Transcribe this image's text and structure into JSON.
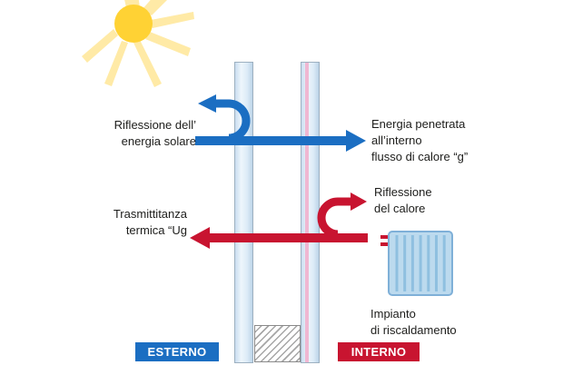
{
  "colors": {
    "blue": "#1b6ec2",
    "red": "#c81430",
    "sun_core": "#ffd234",
    "sun_rays": "#ffeaa6",
    "glass_blue": "#dcebf7",
    "coating_pink": "#f0b7d2",
    "radiator_blue": "#bcdaee"
  },
  "icons": {
    "sun": "sun-icon",
    "radiator": "radiator-icon"
  },
  "zones": {
    "esterno": "ESTERNO",
    "interno": "INTERNO"
  },
  "labels": {
    "solar_reflection": {
      "lines": [
        "Riflessione dell’",
        "energia solare"
      ]
    },
    "energy_penetrated": {
      "lines": [
        "Energia penetrata",
        "all’interno",
        "flusso di calore “g”"
      ]
    },
    "thermal_transmittance": {
      "lines": [
        "Trasmittitanza",
        "termica “Ug"
      ]
    },
    "heat_reflection": {
      "lines": [
        "Riflessione",
        "del calore"
      ]
    },
    "heating_system": {
      "lines": [
        "Impianto",
        "di riscaldamento"
      ]
    }
  }
}
